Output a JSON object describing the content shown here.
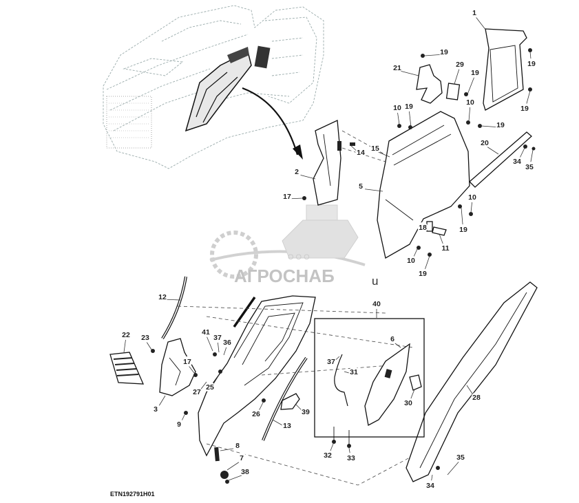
{
  "figure_ref": "ETN192791H01",
  "watermark": {
    "company_form": "ООО",
    "company_name": "АГРОСНАБ",
    "suffix": "u"
  },
  "callouts": [
    {
      "id": "c1",
      "label": "1"
    },
    {
      "id": "c19a",
      "label": "19"
    },
    {
      "id": "c19b",
      "label": "19"
    },
    {
      "id": "c19c",
      "label": "19"
    },
    {
      "id": "c19d",
      "label": "19"
    },
    {
      "id": "c19e",
      "label": "19"
    },
    {
      "id": "c19f",
      "label": "19"
    },
    {
      "id": "c19g",
      "label": "19"
    },
    {
      "id": "c19h",
      "label": "19"
    },
    {
      "id": "c21",
      "label": "21"
    },
    {
      "id": "c29",
      "label": "29"
    },
    {
      "id": "c10a",
      "label": "10"
    },
    {
      "id": "c10b",
      "label": "10"
    },
    {
      "id": "c10c",
      "label": "10"
    },
    {
      "id": "c10d",
      "label": "10"
    },
    {
      "id": "c15",
      "label": "15"
    },
    {
      "id": "c14",
      "label": "14"
    },
    {
      "id": "c20",
      "label": "20"
    },
    {
      "id": "c34a",
      "label": "34"
    },
    {
      "id": "c35a",
      "label": "35"
    },
    {
      "id": "c2",
      "label": "2"
    },
    {
      "id": "c5",
      "label": "5"
    },
    {
      "id": "c17a",
      "label": "17"
    },
    {
      "id": "c18",
      "label": "18"
    },
    {
      "id": "c11",
      "label": "11"
    },
    {
      "id": "c12",
      "label": "12"
    },
    {
      "id": "c40",
      "label": "40"
    },
    {
      "id": "c6",
      "label": "6"
    },
    {
      "id": "c22",
      "label": "22"
    },
    {
      "id": "c23",
      "label": "23"
    },
    {
      "id": "c41",
      "label": "41"
    },
    {
      "id": "c37a",
      "label": "37"
    },
    {
      "id": "c36",
      "label": "36"
    },
    {
      "id": "c17b",
      "label": "17"
    },
    {
      "id": "c27",
      "label": "27"
    },
    {
      "id": "c25",
      "label": "25"
    },
    {
      "id": "c37b",
      "label": "37"
    },
    {
      "id": "c31",
      "label": "31"
    },
    {
      "id": "c30",
      "label": "30"
    },
    {
      "id": "c3",
      "label": "3"
    },
    {
      "id": "c9",
      "label": "9"
    },
    {
      "id": "c26",
      "label": "26"
    },
    {
      "id": "c39",
      "label": "39"
    },
    {
      "id": "c13",
      "label": "13"
    },
    {
      "id": "c28",
      "label": "28"
    },
    {
      "id": "c8",
      "label": "8"
    },
    {
      "id": "c7",
      "label": "7"
    },
    {
      "id": "c38",
      "label": "38"
    },
    {
      "id": "c32",
      "label": "32"
    },
    {
      "id": "c33",
      "label": "33"
    },
    {
      "id": "c35b",
      "label": "35"
    },
    {
      "id": "c34b",
      "label": "34"
    }
  ]
}
